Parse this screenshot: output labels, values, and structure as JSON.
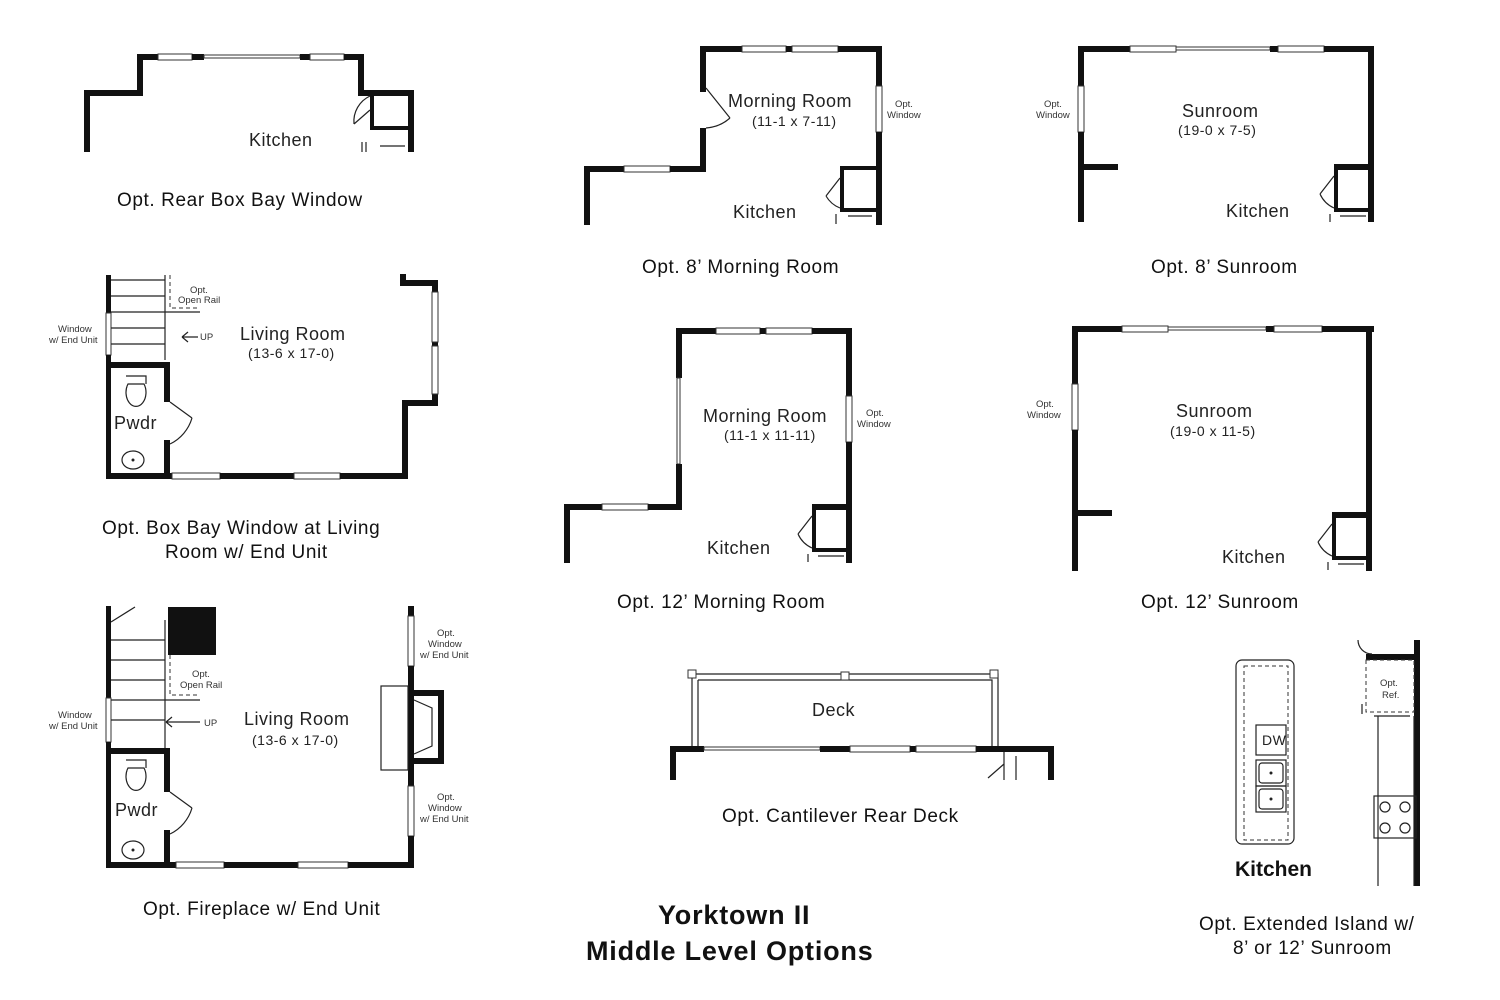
{
  "title": {
    "line1": "Yorktown II",
    "line2": "Middle Level Options"
  },
  "plans": {
    "rear_box_bay": {
      "room": "Kitchen",
      "caption": "Opt. Rear Box Bay Window"
    },
    "morning_8": {
      "room": "Morning Room",
      "dims": "(11-1 x 7-11)",
      "kitchen": "Kitchen",
      "window_note_1": "Opt.",
      "window_note_2": "Window",
      "caption": "Opt. 8’ Morning Room"
    },
    "sunroom_8": {
      "room": "Sunroom",
      "dims": "(19-0 x 7-5)",
      "kitchen": "Kitchen",
      "window_note_1": "Opt.",
      "window_note_2": "Window",
      "caption": "Opt. 8’ Sunroom"
    },
    "box_bay_living": {
      "room": "Living Room",
      "dims": "(13-6 x 17-0)",
      "pwdr": "Pwdr",
      "rail_1": "Opt.",
      "rail_2": "Open Rail",
      "up": "UP",
      "window_1": "Window",
      "window_2": "w/ End Unit",
      "caption_1": "Opt. Box Bay Window at Living",
      "caption_2": "Room w/ End Unit"
    },
    "morning_12": {
      "room": "Morning Room",
      "dims": "(11-1 x 11-11)",
      "kitchen": "Kitchen",
      "window_note_1": "Opt.",
      "window_note_2": "Window",
      "caption": "Opt. 12’ Morning Room"
    },
    "sunroom_12": {
      "room": "Sunroom",
      "dims": "(19-0 x 11-5)",
      "kitchen": "Kitchen",
      "window_note_1": "Opt.",
      "window_note_2": "Window",
      "caption": "Opt. 12’ Sunroom"
    },
    "fireplace": {
      "room": "Living Room",
      "dims": "(13-6 x 17-0)",
      "pwdr": "Pwdr",
      "rail_1": "Opt.",
      "rail_2": "Open Rail",
      "up": "UP",
      "window_1": "Window",
      "window_2": "w/ End Unit",
      "opt_win_1": "Opt.",
      "opt_win_2": "Window",
      "opt_win_3": "w/ End Unit",
      "caption": "Opt. Fireplace w/ End Unit"
    },
    "deck": {
      "room": "Deck",
      "caption": "Opt. Cantilever Rear Deck"
    },
    "island": {
      "kitchen": "Kitchen",
      "dw": "DW",
      "ref_1": "Opt.",
      "ref_2": "Ref.",
      "caption_1": "Opt. Extended Island w/",
      "caption_2": "8’ or 12’ Sunroom"
    }
  }
}
